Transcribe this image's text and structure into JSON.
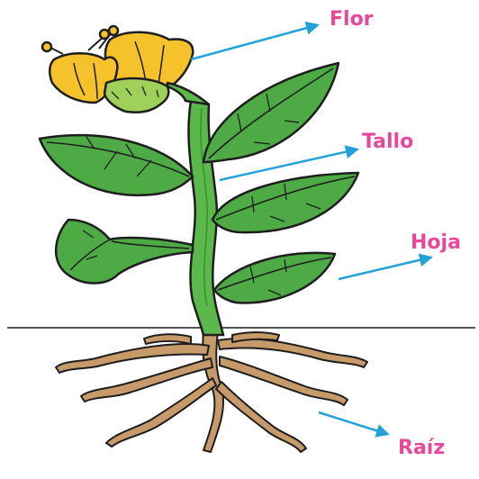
{
  "labels": {
    "flower": "Flor",
    "stem": "Tallo",
    "leaf": "Hoja",
    "root": "Raíz"
  },
  "colors": {
    "label": "#e8489a",
    "arrow": "#22a2d8",
    "leaf_fill": "#4daa45",
    "stem_fill": "#5bb84a",
    "flower_fill": "#f6c22c",
    "sepal_fill": "#9fd05a",
    "root_fill": "#c79a6a",
    "outline": "#1e1e1e"
  }
}
